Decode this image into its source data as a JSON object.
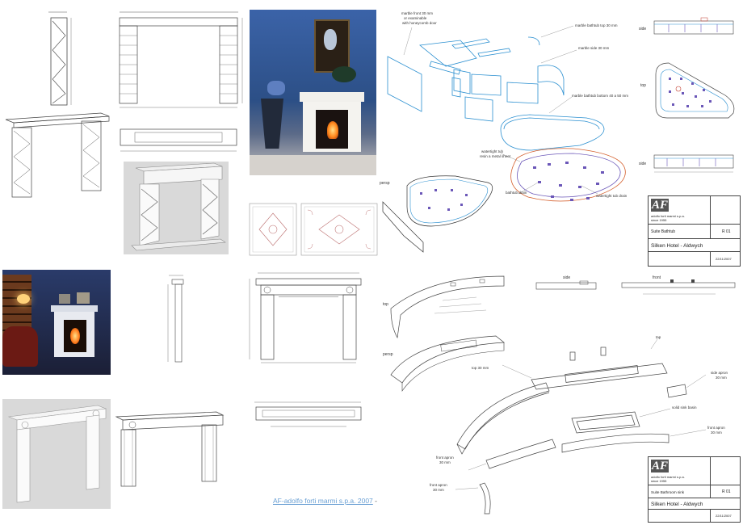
{
  "colors": {
    "photo_room_blue": "#2c4f86",
    "photo_room_dark": "#1b1f36",
    "render_grey": "#d9d9d9",
    "line_blue": "#2a8fd0",
    "line_dark": "#333333",
    "credit_link": "#6aa0d4"
  },
  "bathtub": {
    "labels": {
      "marble_front": "marble front 30 mm",
      "marble_front_2": "or examinable",
      "marble_front_3": "with honeycomb door",
      "marble_top": "marble bathtub top 30 mm",
      "marble_side": "marble side 30 mm",
      "marble_bottom": "marble bathtub bottom 40 a 50 mm",
      "watertight_tub": "watertight tub",
      "watertight_tub_2": "resin a metal sheet",
      "bathtub_drain": "bathtub drain",
      "watertight_drain": "watertight tub drain",
      "persp": "persp",
      "side_top": "side",
      "top": "top",
      "side_bottom": "side"
    },
    "titleblock": {
      "logo": "AF",
      "company": "adolfo forti marmi s.p.a.",
      "since": "since 1955",
      "drawing": "Suite Bathtub",
      "rev": "R 01",
      "project": "Silken Hotel - Aldwych",
      "date": "22/11/2007"
    }
  },
  "sink": {
    "labels": {
      "top_view": "top",
      "persp": "persp",
      "side": "side",
      "front": "front",
      "top_30": "top 30 mm",
      "tap": "tap",
      "side_apron": "side apron",
      "side_apron_2": "30 mm",
      "solid_sink": "solid sink basin",
      "front_apron_r": "front apron",
      "front_apron_r2": "30 mm",
      "front_apron_l": "front apron",
      "front_apron_l2": "30 mm",
      "front_apron_b": "front apron",
      "front_apron_b2": "30 mm"
    },
    "titleblock": {
      "logo": "AF",
      "company": "adolfo forti marmi s.p.a.",
      "since": "since 1955",
      "drawing": "Suite Bathroom sink",
      "rev": "R 01",
      "project": "Silken Hotel - Aldwych",
      "date": "22/11/2007"
    }
  },
  "credit": {
    "text": "AF-adolfo forti marmi s.p.a. 2007",
    "suffix": " -"
  }
}
